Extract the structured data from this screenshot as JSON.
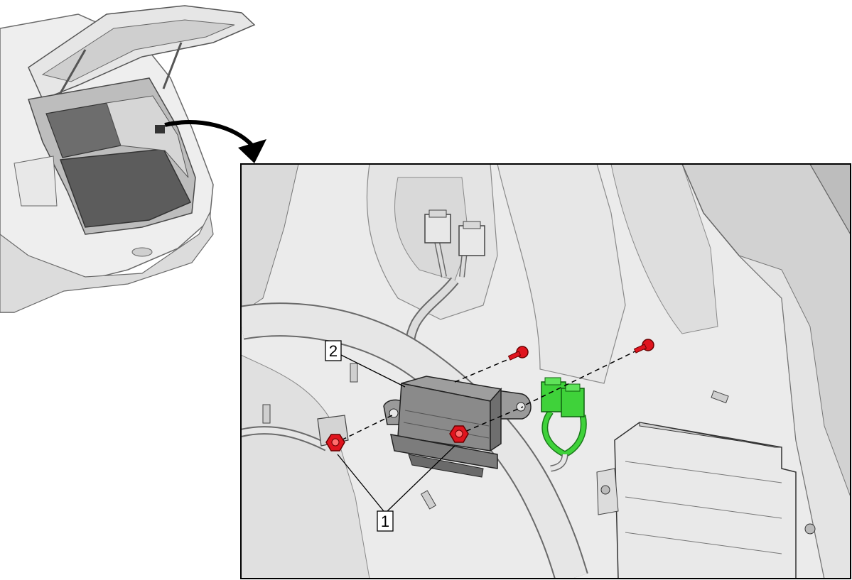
{
  "diagram": {
    "callouts": [
      {
        "id": "1",
        "label": "1",
        "part": "nut"
      },
      {
        "id": "2",
        "label": "2",
        "part": "control-module"
      }
    ],
    "colors": {
      "fastener_highlight": "#e0141e",
      "connector_highlight": "#3fd23a",
      "panel_border": "#000000",
      "line_art_fill": "#e2e2e2",
      "line_art_stroke": "#555555"
    },
    "icons": [
      "vehicle-overview-image",
      "curved-arrow-icon",
      "detail-panel-image"
    ]
  }
}
